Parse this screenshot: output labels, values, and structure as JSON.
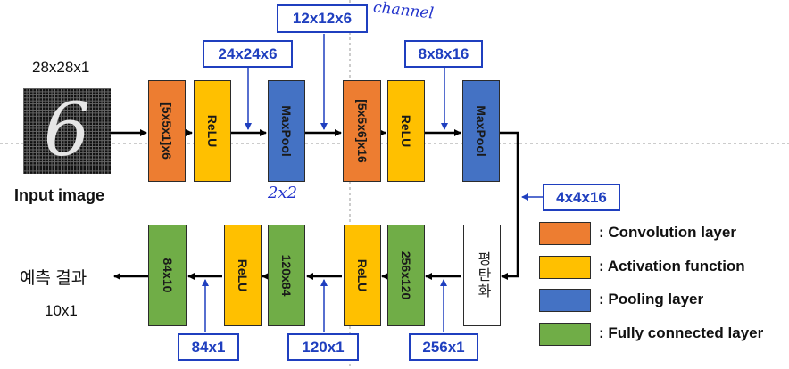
{
  "input": {
    "size_label": "28x28x1",
    "caption": "Input image",
    "digit": "6"
  },
  "top_row": {
    "blocks": [
      {
        "id": "conv1",
        "label": "[5x5x1]x6",
        "type": "conv"
      },
      {
        "id": "relu1",
        "label": "ReLU",
        "type": "act"
      },
      {
        "id": "pool1",
        "label": "MaxPool",
        "type": "pool"
      },
      {
        "id": "conv2",
        "label": "[5x5x6]x16",
        "type": "conv"
      },
      {
        "id": "relu2",
        "label": "ReLU",
        "type": "act"
      },
      {
        "id": "pool2",
        "label": "MaxPool",
        "type": "pool"
      }
    ],
    "dims": {
      "after_relu1": "24x24x6",
      "after_pool1": "12x12x6",
      "after_pool2": "8x8x16"
    }
  },
  "connector_dim": "4x4x16",
  "bottom_row": {
    "blocks": [
      {
        "id": "fc3",
        "label": "84x10",
        "type": "fc"
      },
      {
        "id": "relu4",
        "label": "ReLU",
        "type": "act"
      },
      {
        "id": "fc2",
        "label": "120x84",
        "type": "fc"
      },
      {
        "id": "relu3",
        "label": "ReLU",
        "type": "act"
      },
      {
        "id": "fc1",
        "label": "256x120",
        "type": "fc"
      },
      {
        "id": "flatten",
        "label": "평탄화",
        "type": "flatten"
      }
    ],
    "dims": {
      "fc3_in": "84x1",
      "fc2_out": "120x1",
      "fc1_in": "256x1"
    }
  },
  "output": {
    "label": "예측 결과",
    "size": "10x1"
  },
  "annotations": {
    "pool_note": "2x2",
    "channel_note": "channel"
  },
  "legend": [
    {
      "label": ": Convolution layer",
      "color": "#ed7d31"
    },
    {
      "label": ": Activation function",
      "color": "#ffc000"
    },
    {
      "label": ": Pooling layer",
      "color": "#4472c4"
    },
    {
      "label": ": Fully connected layer",
      "color": "#70ad47"
    }
  ],
  "colors": {
    "dim_box_border": "#1f3fbf",
    "handwriting": "#2233cc",
    "arrow": "#000000"
  }
}
